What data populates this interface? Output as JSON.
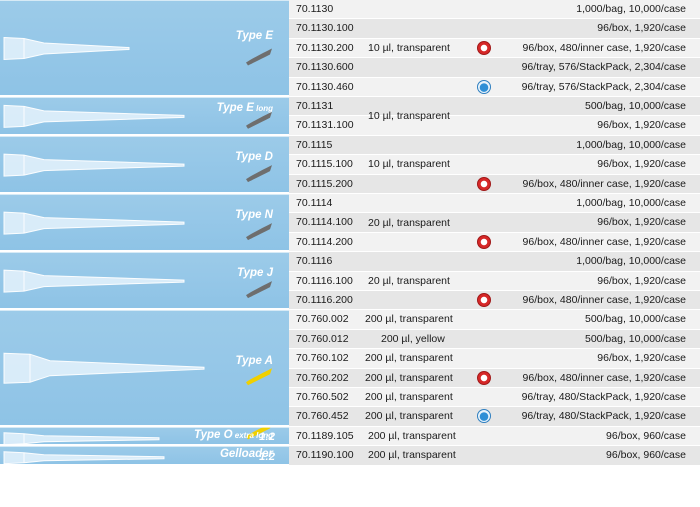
{
  "colors": {
    "panel_blue": "#92c6e7",
    "swatch_grey": "#6e6e6e",
    "swatch_yellow": "#f0d000",
    "badge_red": "#d62828",
    "badge_blue": "#2f8fd6"
  },
  "groups": [
    {
      "type_label": "Type E",
      "type_suffix": "",
      "ratio": "",
      "tip_color": "grey",
      "volume": "10 µl, transparent",
      "rows": [
        {
          "catalog": "70.1130",
          "packaging": "1,000/bag, 10,000/case",
          "badge": ""
        },
        {
          "catalog": "70.1130.100",
          "packaging": "96/box, 1,920/case",
          "badge": ""
        },
        {
          "catalog": "70.1130.200",
          "packaging": "96/box, 480/inner case, 1,920/case",
          "badge": "red-seal-icon"
        },
        {
          "catalog": "70.1130.600",
          "packaging": "96/tray, 576/StackPack, 2,304/case",
          "badge": ""
        },
        {
          "catalog": "70.1130.460",
          "packaging": "96/tray, 576/StackPack, 2,304/case",
          "badge": "blue-seal-icon"
        }
      ]
    },
    {
      "type_label": "Type E",
      "type_suffix": "long",
      "ratio": "",
      "tip_color": "grey",
      "volume": "10 µl, transparent",
      "rows": [
        {
          "catalog": "70.1131",
          "packaging": "500/bag, 10,000/case",
          "badge": ""
        },
        {
          "catalog": "70.1131.100",
          "packaging": "96/box, 1,920/case",
          "badge": ""
        }
      ]
    },
    {
      "type_label": "Type D",
      "type_suffix": "",
      "ratio": "",
      "tip_color": "grey",
      "volume": "10 µl, transparent",
      "rows": [
        {
          "catalog": "70.1115",
          "packaging": "1,000/bag, 10,000/case",
          "badge": ""
        },
        {
          "catalog": "70.1115.100",
          "packaging": "96/box, 1,920/case",
          "badge": ""
        },
        {
          "catalog": "70.1115.200",
          "packaging": "96/box, 480/inner case, 1,920/case",
          "badge": "red-seal-icon"
        }
      ]
    },
    {
      "type_label": "Type N",
      "type_suffix": "",
      "ratio": "",
      "tip_color": "grey",
      "volume": "20 µl, transparent",
      "rows": [
        {
          "catalog": "70.1114",
          "packaging": "1,000/bag, 10,000/case",
          "badge": ""
        },
        {
          "catalog": "70.1114.100",
          "packaging": "96/box, 1,920/case",
          "badge": ""
        },
        {
          "catalog": "70.1114.200",
          "packaging": "96/box, 480/inner case, 1,920/case",
          "badge": "red-seal-icon"
        }
      ]
    },
    {
      "type_label": "Type J",
      "type_suffix": "",
      "ratio": "",
      "tip_color": "grey",
      "volume": "20 µl, transparent",
      "rows": [
        {
          "catalog": "70.1116",
          "packaging": "1,000/bag, 10,000/case",
          "badge": ""
        },
        {
          "catalog": "70.1116.100",
          "packaging": "96/box, 1,920/case",
          "badge": ""
        },
        {
          "catalog": "70.1116.200",
          "packaging": "96/box, 480/inner case, 1,920/case",
          "badge": "red-seal-icon"
        }
      ]
    },
    {
      "type_label": "Type A",
      "type_suffix": "",
      "ratio": "",
      "tip_color": "yellow",
      "volume": "",
      "rows": [
        {
          "catalog": "70.760.002",
          "volume": "200 µl, transparent",
          "packaging": "500/bag, 10,000/case",
          "badge": ""
        },
        {
          "catalog": "70.760.012",
          "volume": "200 µl, yellow",
          "packaging": "500/bag, 10,000/case",
          "badge": ""
        },
        {
          "catalog": "70.760.102",
          "volume": "200 µl, transparent",
          "packaging": "96/box, 1,920/case",
          "badge": ""
        },
        {
          "catalog": "70.760.202",
          "volume": "200 µl, transparent",
          "packaging": "96/box, 480/inner case, 1,920/case",
          "badge": "red-seal-icon"
        },
        {
          "catalog": "70.760.502",
          "volume": "200 µl, transparent",
          "packaging": "96/tray, 480/StackPack, 1,920/case",
          "badge": ""
        },
        {
          "catalog": "70.760.452",
          "volume": "200 µl, transparent",
          "packaging": "96/tray, 480/StackPack, 1,920/case",
          "badge": "blue-seal-icon"
        }
      ]
    },
    {
      "type_label": "Type O",
      "type_suffix": "extra long",
      "ratio": "1:2",
      "tip_color": "yellow",
      "volume": "200 µl, transparent",
      "rows": [
        {
          "catalog": "70.1189.105",
          "packaging": "96/box, 960/case",
          "badge": ""
        }
      ]
    },
    {
      "type_label": "Gelloader",
      "type_suffix": "",
      "ratio": "1:2",
      "tip_color": "",
      "volume": "200 µl, transparent",
      "rows": [
        {
          "catalog": "70.1190.100",
          "packaging": "96/box, 960/case",
          "badge": ""
        }
      ]
    }
  ]
}
